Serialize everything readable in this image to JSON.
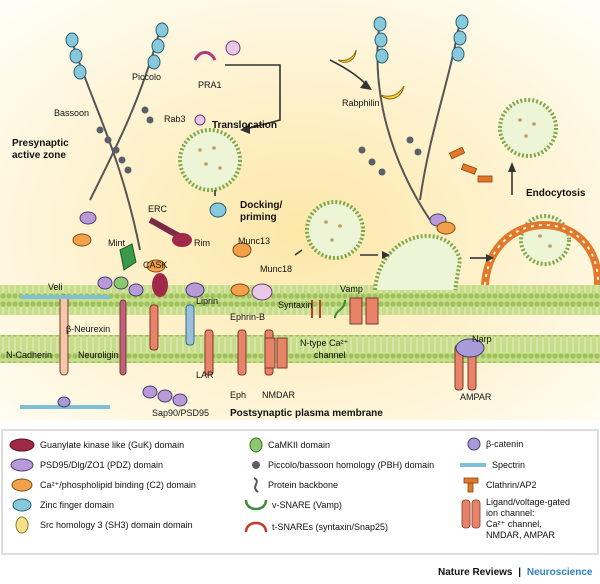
{
  "labels": {
    "bassoon": "Bassoon",
    "piccolo": "Piccolo",
    "pra1": "PRA1",
    "rabphilin": "Rabphilin",
    "rab3": "Rab3",
    "translocation": "Translocation",
    "presynaptic_1": "Presynaptic",
    "presynaptic_2": "active zone",
    "docking_1": "Docking/",
    "docking_2": "priming",
    "endocytosis": "Endocytosis",
    "erc": "ERC",
    "mint": "Mint",
    "rim": "Rim",
    "cask": "CASK",
    "munc13": "Munc13",
    "munc18": "Munc18",
    "veli": "Veli",
    "liprin": "Liprin",
    "syntaxin": "Syntaxin",
    "vamp": "Vamp",
    "beta_neurexin": "β-Neurexin",
    "ephrin_b": "Ephrin-B",
    "n_cadherin": "N-Cadherin",
    "neuroligin": "Neuroligin",
    "lar": "LAR",
    "n_type_1": "N-type Ca²⁺",
    "n_type_2": "channel",
    "eph": "Eph",
    "nmdar": "NMDAR",
    "narp": "Narp",
    "ampar": "AMPAR",
    "sap90": "Sap90/PSD95",
    "postsynaptic": "Postsynaptic plasma membrane"
  },
  "legend": {
    "guk": "Guanylate kinase like (GuK) domain",
    "pdz": "PSD95/Dlg/ZO1 (PDZ) domain",
    "c2": "Ca²⁺/phospholipid binding (C2) domain",
    "zinc": "Zinc finger domain",
    "sh3": "Src homology 3 (SH3) domain domain",
    "camkii": "CaMKII domain",
    "pbh": "Piccolo/bassoon homology (PBH) domain",
    "backbone": "Protein backbone",
    "vsnare": "v-SNARE (Vamp)",
    "tsnare": "t-SNAREs (syntaxin/Snap25)",
    "catenin": "β-catenin",
    "spectrin": "Spectrin",
    "clathrin": "Clathrin/AP2",
    "channel_1": "Ligand/voltage-gated",
    "channel_2": "ion channel:",
    "channel_3": "Ca²⁺ channel,",
    "channel_4": "NMDAR, AMPAR"
  },
  "credit": {
    "publisher": "Nature Reviews",
    "separator": "|",
    "journal": "Neuroscience"
  },
  "colors": {
    "background": "#fdf3d2",
    "membrane": "#b9d37a",
    "membrane_dark": "#6f9a3a",
    "guk": "#a0294a",
    "pdz": "#b99ad8",
    "c2": "#f2a14a",
    "zinc": "#86c8dc",
    "sh3": "#f4e08a",
    "camkii": "#8cc870",
    "pbh": "#5a6068",
    "catenin": "#a99ad8",
    "spectrin": "#7fc0d6",
    "clathrin": "#e2792a",
    "channel": "#e8836a",
    "vsnare": "#3e8a3a",
    "tsnare": "#c23a2a",
    "credit_accent": "#2e7fc0"
  }
}
